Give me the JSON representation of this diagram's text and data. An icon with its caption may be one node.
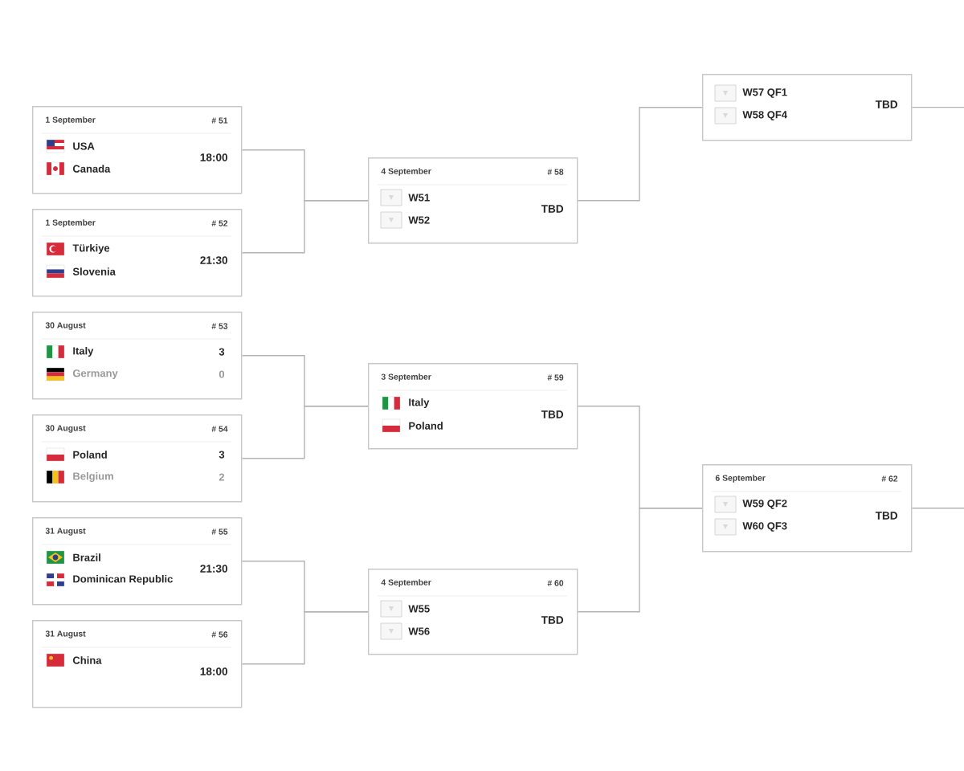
{
  "diagram": {
    "nodes": [
      {
        "text": [
          "1 September",
          "# 51",
          "USA",
          "Canada",
          "18:00"
        ]
      },
      {
        "text": [
          "1 September",
          "# 52",
          "Türkiye",
          "Slovenia",
          "21:30"
        ]
      },
      {
        "text": [
          "30 August",
          "# 53",
          "Italy",
          "3",
          "Germany",
          "0"
        ]
      },
      {
        "text": [
          "30 August",
          "# 54",
          "Poland",
          "3",
          "Belgium",
          "2"
        ]
      },
      {
        "text": [
          "31 August",
          "# 55",
          "Brazil",
          "Dominican Republic",
          "21:30"
        ]
      },
      {
        "text": [
          "31 August",
          "# 56",
          "China",
          "18:00"
        ]
      },
      {
        "text": [
          "4 September",
          "# 58",
          "W51",
          "W52",
          "TBD"
        ]
      },
      {
        "text": [
          "3 September",
          "# 59",
          "Italy",
          "Poland",
          "TBD"
        ]
      },
      {
        "text": [
          "4 September",
          "# 60",
          "W55",
          "W56",
          "TBD"
        ]
      },
      {
        "text": [
          "W57 QF1",
          "W58 QF4",
          "TBD"
        ]
      },
      {
        "text": [
          "6 September",
          "# 62",
          "W59 QF2",
          "W60 QF3",
          "TBD"
        ]
      }
    ],
    "edges": [
      {
        "from": 0,
        "to": 6,
        "arrow": "none"
      },
      {
        "from": 1,
        "to": 6,
        "arrow": "none"
      },
      {
        "from": 2,
        "to": 7,
        "arrow": "none"
      },
      {
        "from": 3,
        "to": 7,
        "arrow": "none"
      },
      {
        "from": 4,
        "to": 8,
        "arrow": "none"
      },
      {
        "from": 5,
        "to": 8,
        "arrow": "none"
      },
      {
        "from": 6,
        "to": 9,
        "arrow": "none"
      },
      {
        "from": 7,
        "to": 10,
        "arrow": "none"
      },
      {
        "from": 8,
        "to": 10,
        "arrow": "none"
      },
      {
        "from": 9,
        "to": null,
        "arrow": "none"
      },
      {
        "from": 10,
        "to": null,
        "arrow": "none"
      }
    ]
  }
}
